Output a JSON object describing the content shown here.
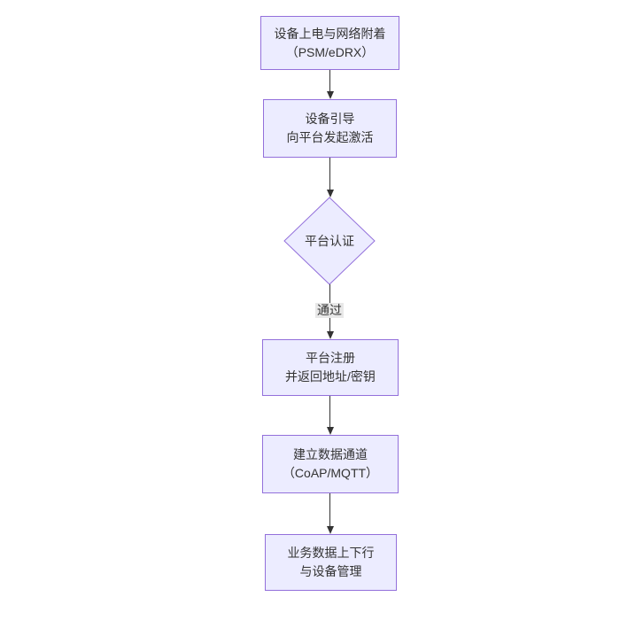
{
  "diagram": {
    "type": "flowchart",
    "direction": "top-down",
    "colors": {
      "node_fill": "#ECECFF",
      "node_border": "#9370DB",
      "arrow": "#333333",
      "edge_label_bg": "#e8e8e8",
      "text": "#333333",
      "background": "#ffffff"
    },
    "nodes": [
      {
        "id": "A",
        "type": "rect",
        "lines": [
          "设备上电与网络附着",
          "（PSM/eDRX）"
        ]
      },
      {
        "id": "B",
        "type": "rect",
        "lines": [
          "设备引导",
          "向平台发起激活"
        ]
      },
      {
        "id": "C",
        "type": "diamond",
        "lines": [
          "平台认证"
        ]
      },
      {
        "id": "D",
        "type": "rect",
        "lines": [
          "平台注册",
          "并返回地址/密钥"
        ]
      },
      {
        "id": "E",
        "type": "rect",
        "lines": [
          "建立数据通道",
          "（CoAP/MQTT）"
        ]
      },
      {
        "id": "F",
        "type": "rect",
        "lines": [
          "业务数据上下行",
          "与设备管理"
        ]
      }
    ],
    "edges": [
      {
        "from": "A",
        "to": "B",
        "label": ""
      },
      {
        "from": "B",
        "to": "C",
        "label": ""
      },
      {
        "from": "C",
        "to": "D",
        "label": "通过"
      },
      {
        "from": "D",
        "to": "E",
        "label": ""
      },
      {
        "from": "E",
        "to": "F",
        "label": ""
      }
    ]
  }
}
